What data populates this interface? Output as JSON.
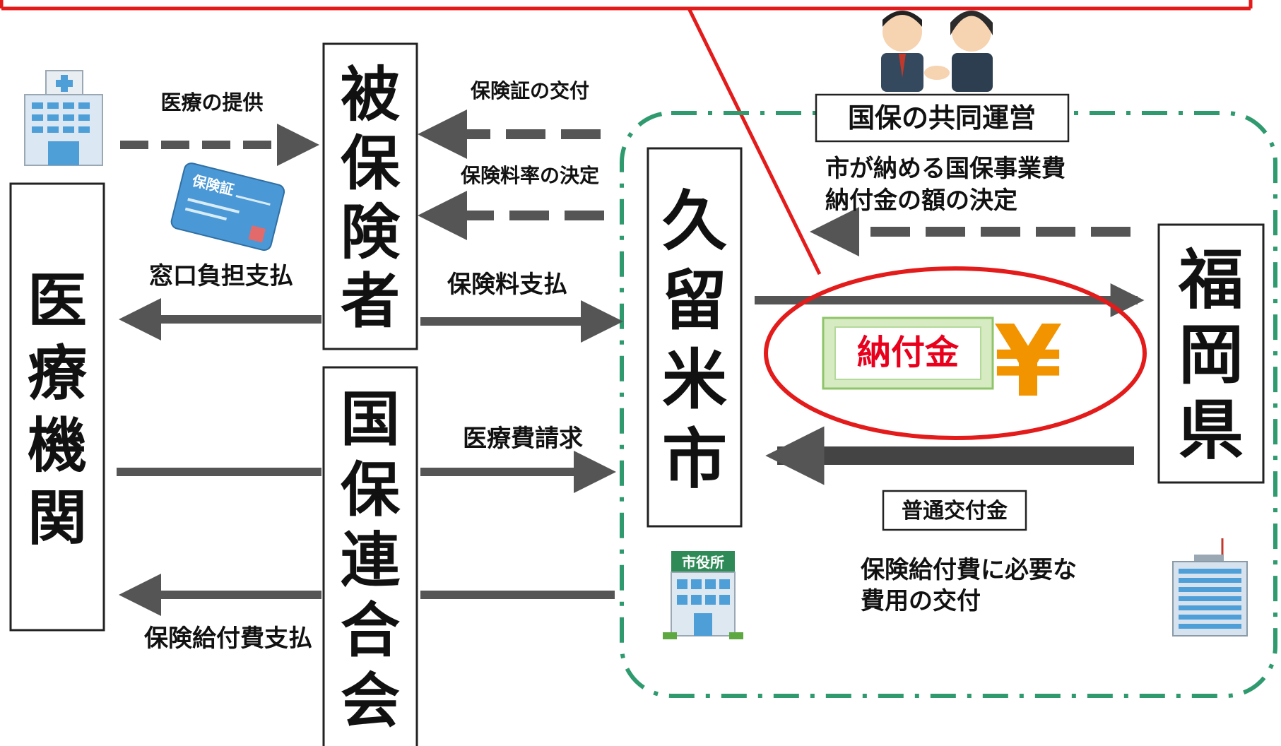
{
  "entities": {
    "medical": "医療機関",
    "insured": "被保険者",
    "kokuhoren": "国保連合会",
    "city": "久留米市",
    "prefecture": "福岡県"
  },
  "labels": {
    "provision": "医療の提供",
    "card_issue": "保険証の交付",
    "rate_decision": "保険料率の決定",
    "copay": "窓口負担支払",
    "premium": "保険料支払",
    "claim": "医療費請求",
    "benefit_pay": "保険給付費支払",
    "joint_op": "国保の共同運営",
    "decision_line1": "市が納める国保事業費",
    "decision_line2": "納付金の額の決定",
    "nofukin": "納付金",
    "yen": "¥",
    "grant": "普通交付金",
    "grant_desc_line1": "保険給付費に必要な",
    "grant_desc_line2": "費用の交付",
    "city_hall_sign": "市役所",
    "card_text": "保険証"
  },
  "colors": {
    "highlight_red": "#e31b1b",
    "region_green": "#2e9a6e",
    "arrow_gray": "#555555",
    "money_yen": "#f29400",
    "nofukin_red": "#e8001c",
    "building_blue": "#4e9fd8",
    "card_blue": "#4a98d6"
  },
  "icons": {
    "medical": "hospital-icon",
    "card": "insurance-card-icon",
    "handshake": "handshake-people-icon",
    "city_hall": "city-hall-icon",
    "prefecture": "prefectural-office-icon"
  }
}
